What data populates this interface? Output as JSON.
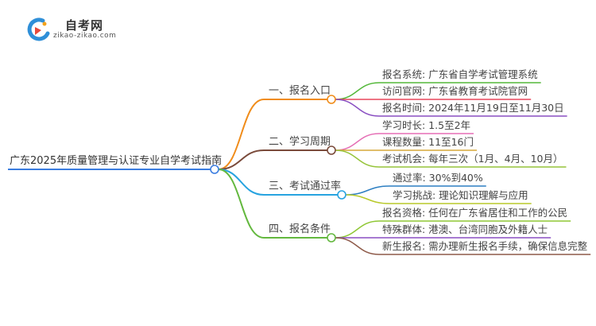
{
  "logo": {
    "title": "自考网",
    "subtitle": "zikao-zikao.com"
  },
  "root": "广东2025年质量管理与认证专业自学考试指南",
  "colors": {
    "root": "#3b7de0",
    "branches": [
      "#f08c1a",
      "#7a4a3a",
      "#27a3e0",
      "#63b83e"
    ],
    "leaves": [
      [
        "#54b83a",
        "#e8465b",
        "#8a4fc2"
      ],
      [
        "#e56fb5",
        "#d6a93a",
        "#96c43a"
      ],
      [
        "#2d7fc2",
        "#b8c92a"
      ],
      [
        "#8fc735",
        "#8a4fc2",
        "#8e5a49"
      ]
    ]
  },
  "branches": [
    {
      "label": "一、报名入口",
      "leaves": [
        "报名系统: 广东省自学考试管理系统",
        "访问官网: 广东省教育考试院官网",
        "报名时间: 2024年11月19日至11月30日"
      ]
    },
    {
      "label": "二、学习周期",
      "leaves": [
        "学习时长: 1.5至2年",
        "课程数量: 11至16门",
        "考试机会: 每年三次（1月、4月、10月）"
      ]
    },
    {
      "label": "三、考试通过率",
      "leaves": [
        "通过率: 30%到40%",
        "学习挑战: 理论知识理解与应用"
      ]
    },
    {
      "label": "四、报名条件",
      "leaves": [
        "报名资格: 任何在广东省居住和工作的公民",
        "特殊群体: 港澳、台湾同胞及外籍人士",
        "新生报名: 需办理新生报名手续，确保信息完整"
      ]
    }
  ]
}
